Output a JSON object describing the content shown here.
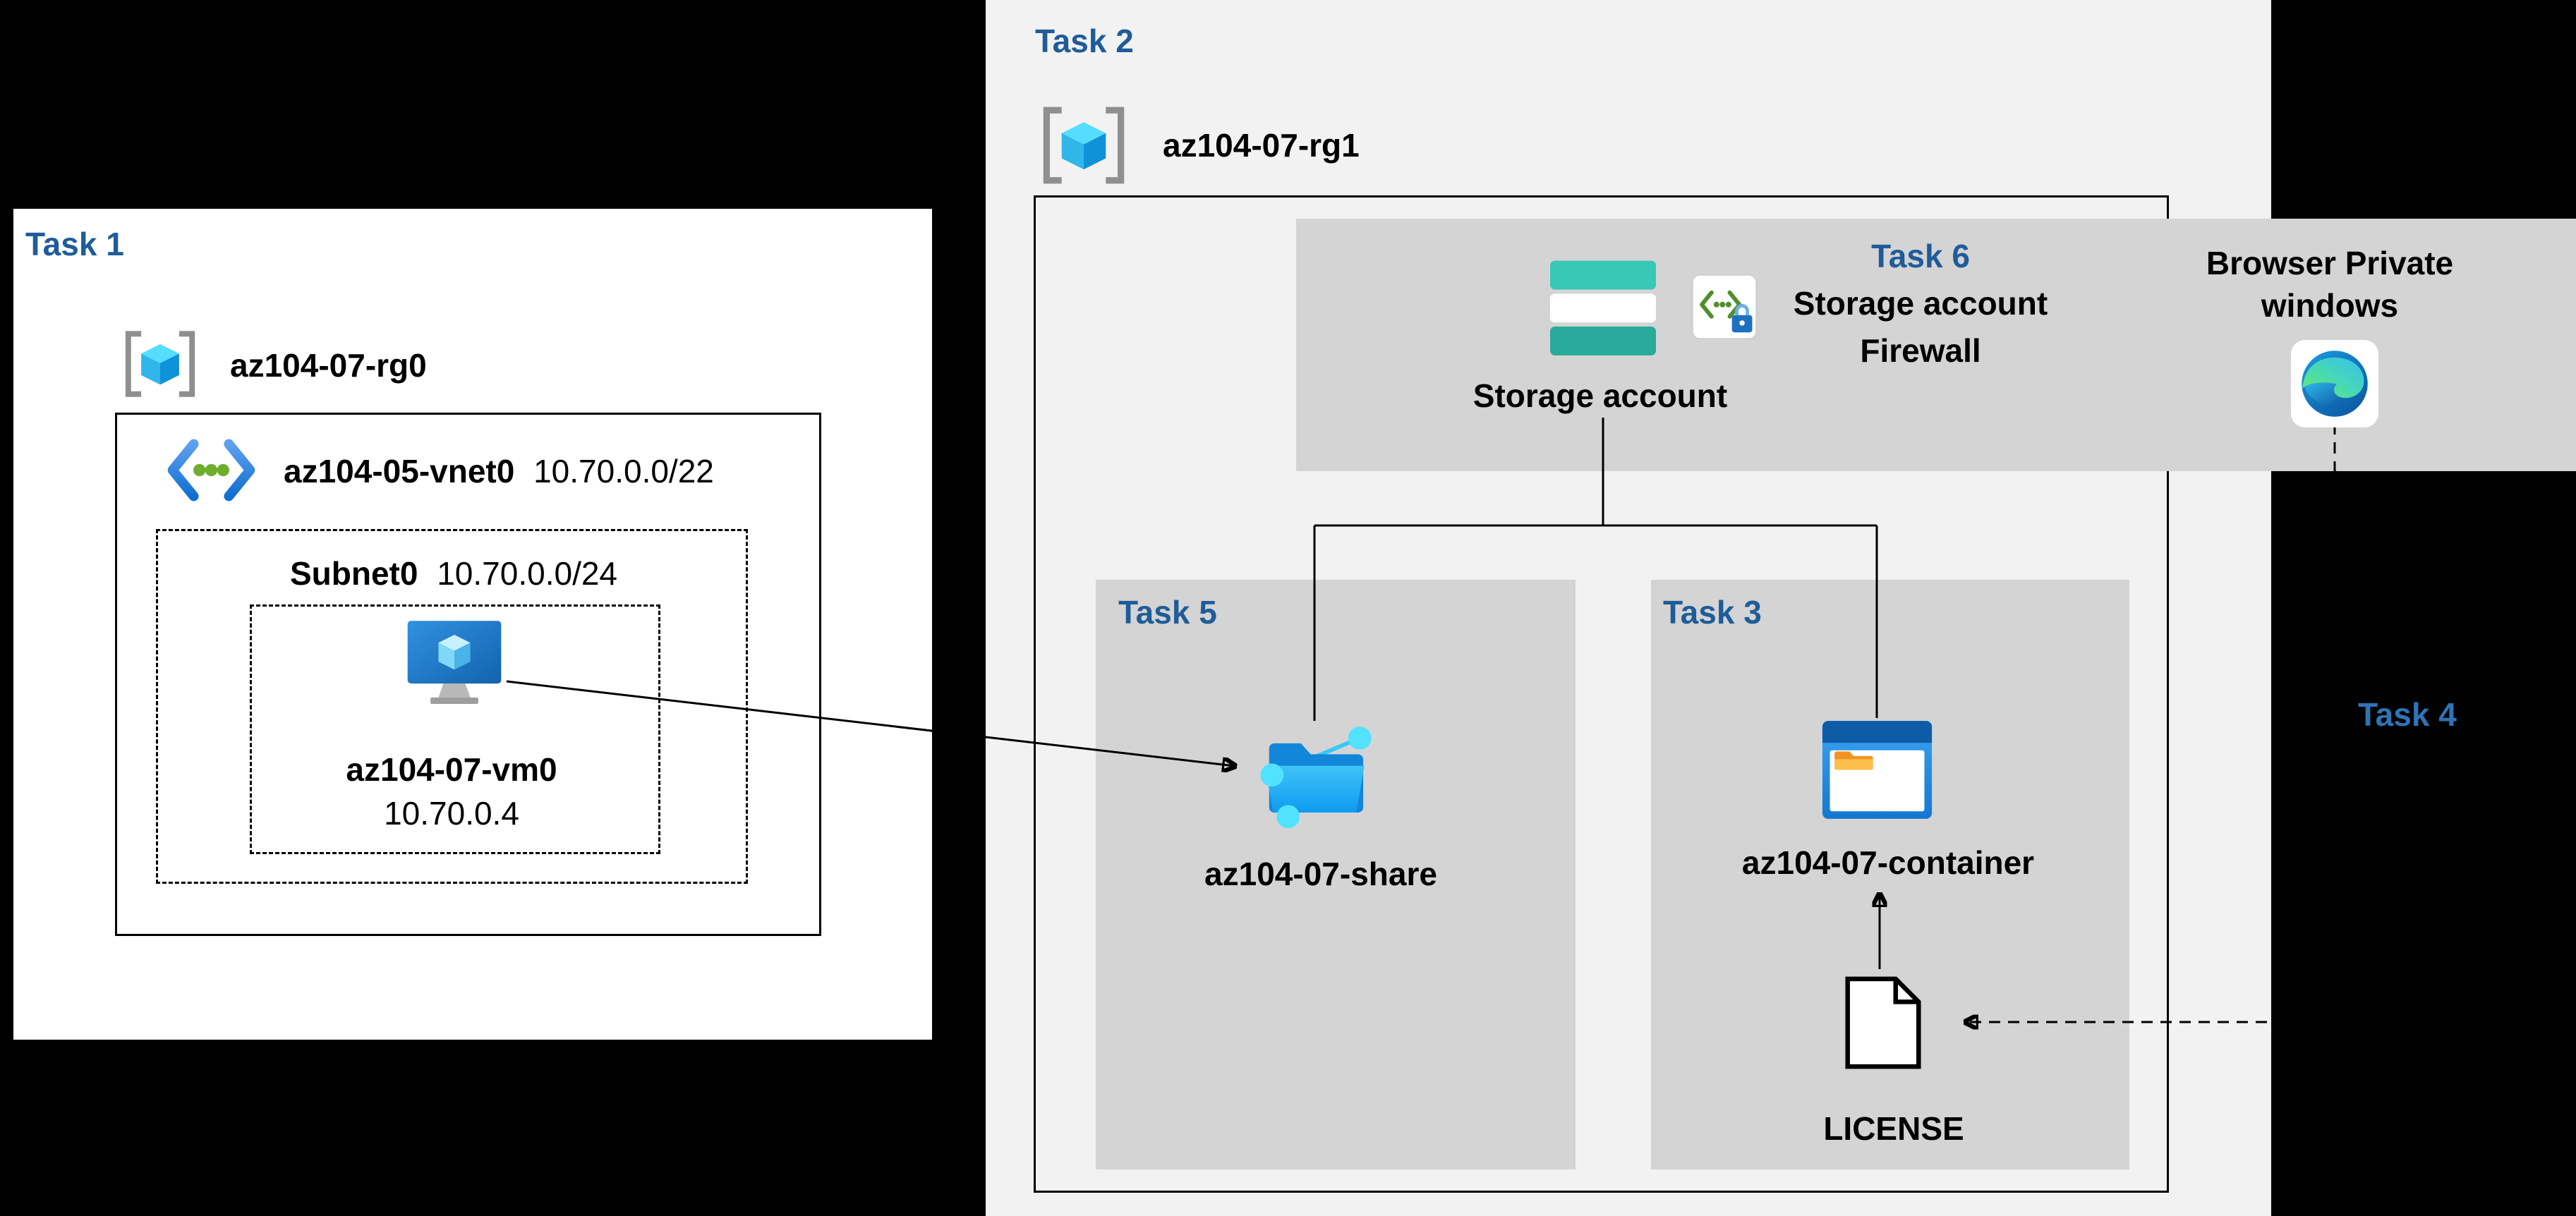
{
  "colors": {
    "task_label": "#1f5c99",
    "task4_label": "#2e74b5",
    "panel_left": "#ffffff",
    "panel_right": "#f2f2f2",
    "gray_box": "#d4d4d4",
    "background": "#000000",
    "line": "#000000"
  },
  "task1": {
    "label": "Task 1",
    "rg_name": "az104-07-rg0",
    "vnet_name": "az104-05-vnet0",
    "vnet_cidr": "10.70.0.0/22",
    "subnet_name": "Subnet0",
    "subnet_cidr": "10.70.0.0/24",
    "vm_name": "az104-07-vm0",
    "vm_ip": "10.70.0.4"
  },
  "task2": {
    "label": "Task 2",
    "rg_name": "az104-07-rg1",
    "storage_account_label": "Storage account"
  },
  "task6": {
    "label": "Task 6",
    "line1": "Storage account",
    "line2": "Firewall"
  },
  "browser": {
    "line1": "Browser Private",
    "line2": "windows"
  },
  "task5": {
    "label": "Task 5",
    "share_name": "az104-07-share"
  },
  "task3": {
    "label": "Task 3",
    "container_name": "az104-07-container",
    "file_label": "LICENSE"
  },
  "task4": {
    "label": "Task 4"
  },
  "icons": {
    "resource_group": "resource-group-icon",
    "virtual_network": "virtual-network-icon",
    "virtual_machine": "virtual-machine-icon",
    "storage_account": "storage-account-icon",
    "storage_firewall_endpoint": "endpoint-lock-icon",
    "edge_browser": "edge-browser-icon",
    "file_share": "file-share-icon",
    "blob_container": "blob-container-icon",
    "license_file": "document-icon"
  }
}
